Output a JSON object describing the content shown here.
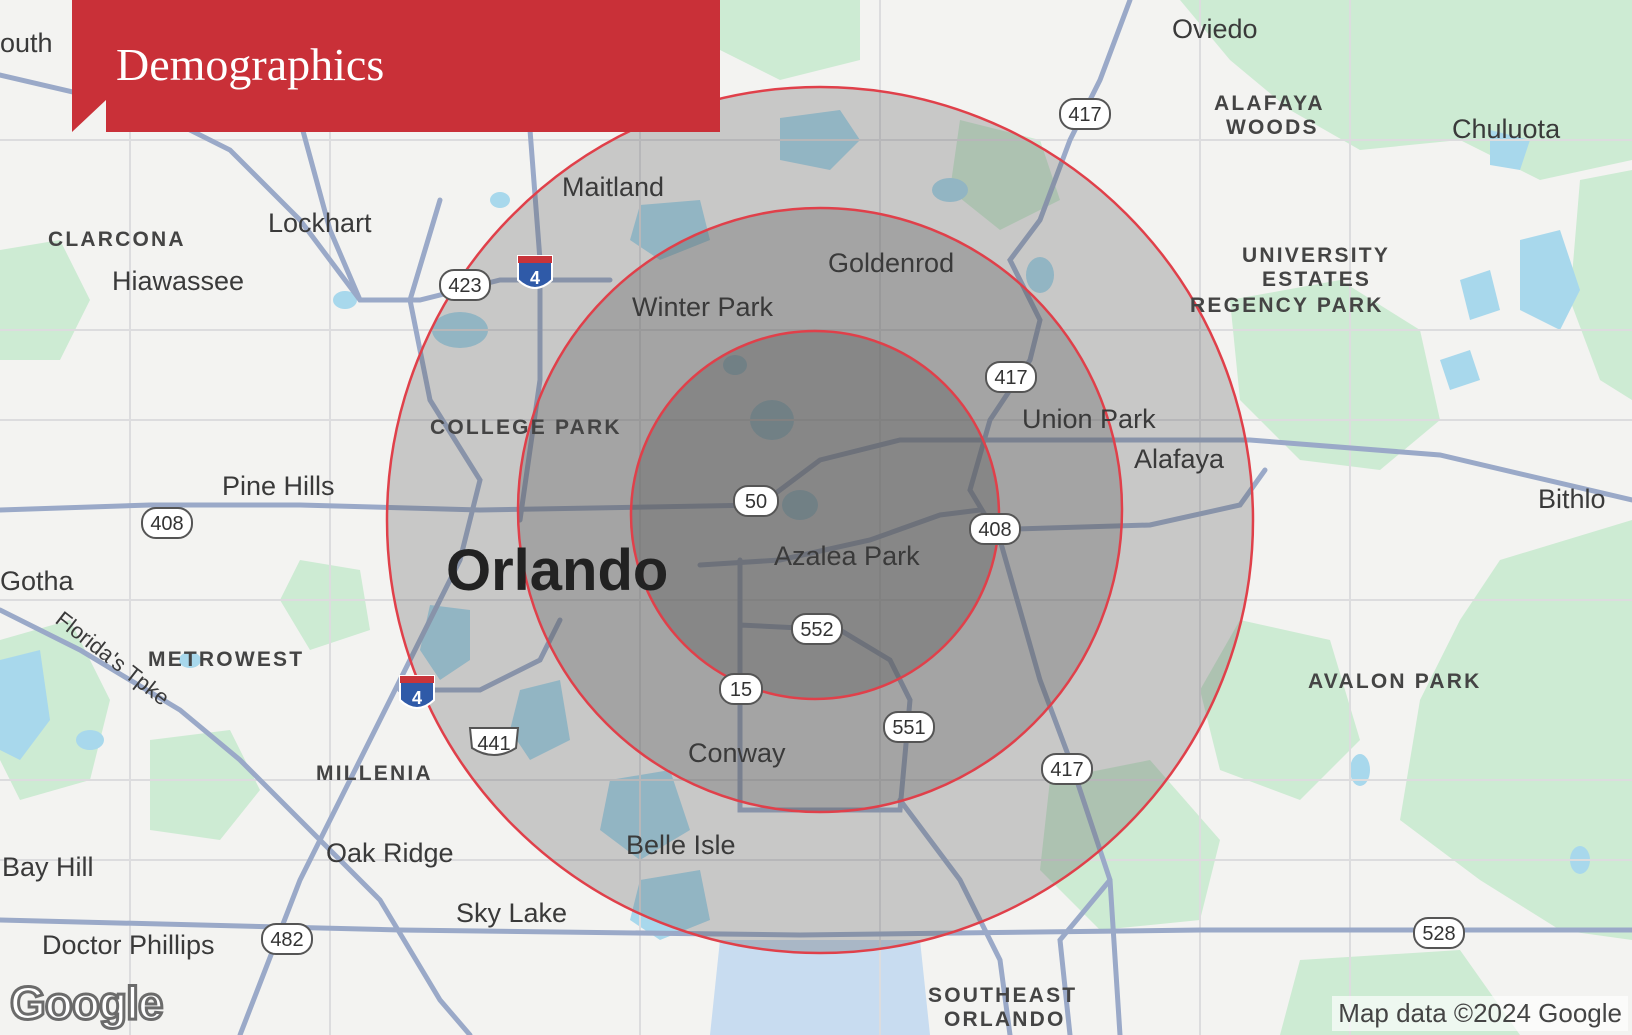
{
  "banner": {
    "title": "Demographics"
  },
  "map": {
    "places": {
      "south": "outh",
      "oviedo": "Oviedo",
      "alafaya_woods_1": "ALAFAYA",
      "alafaya_woods_2": "WOODS",
      "chuluota": "Chuluota",
      "maitland": "Maitland",
      "clarcona": "CLARCONA",
      "lockhart": "Lockhart",
      "hiawassee": "Hiawassee",
      "goldenrod": "Goldenrod",
      "university_estates_1": "UNIVERSITY",
      "university_estates_2": "ESTATES",
      "regency_park": "REGENCY PARK",
      "winter_park": "Winter Park",
      "college_park": "COLLEGE PARK",
      "union_park": "Union Park",
      "alafaya": "Alafaya",
      "pine_hills": "Pine Hills",
      "bithlo": "Bithlo",
      "orlando": "Orlando",
      "azalea_park": "Azalea Park",
      "gotha": "Gotha",
      "floridas_tpke": "Florida's Tpke",
      "metrowest": "METROWEST",
      "avalon_park": "AVALON PARK",
      "millenia": "MILLENIA",
      "conway": "Conway",
      "bay_hill": "Bay Hill",
      "oak_ridge": "Oak Ridge",
      "belle_isle": "Belle Isle",
      "sky_lake": "Sky Lake",
      "doctor_phillips": "Doctor Phillips",
      "southeast_orlando_1": "SOUTHEAST",
      "southeast_orlando_2": "ORLANDO"
    },
    "shields": {
      "r417_north": "417",
      "r423": "423",
      "i4_north": "4",
      "r417_mid": "417",
      "r50": "50",
      "r408_west": "408",
      "r408_east": "408",
      "r552": "552",
      "r15": "15",
      "i4_south": "4",
      "r441": "441",
      "r551": "551",
      "r417_south": "417",
      "r482": "482",
      "r528": "528"
    },
    "colors": {
      "ring_fill": "#5a5a5a",
      "ring_stroke": "#e0404a",
      "water": "#a8d8ec",
      "green": "#cdebd3",
      "road": "#9aa9c8",
      "banner": "#c93038"
    }
  },
  "footer": {
    "logo": "Google",
    "attribution": "Map data ©2024 Google"
  }
}
